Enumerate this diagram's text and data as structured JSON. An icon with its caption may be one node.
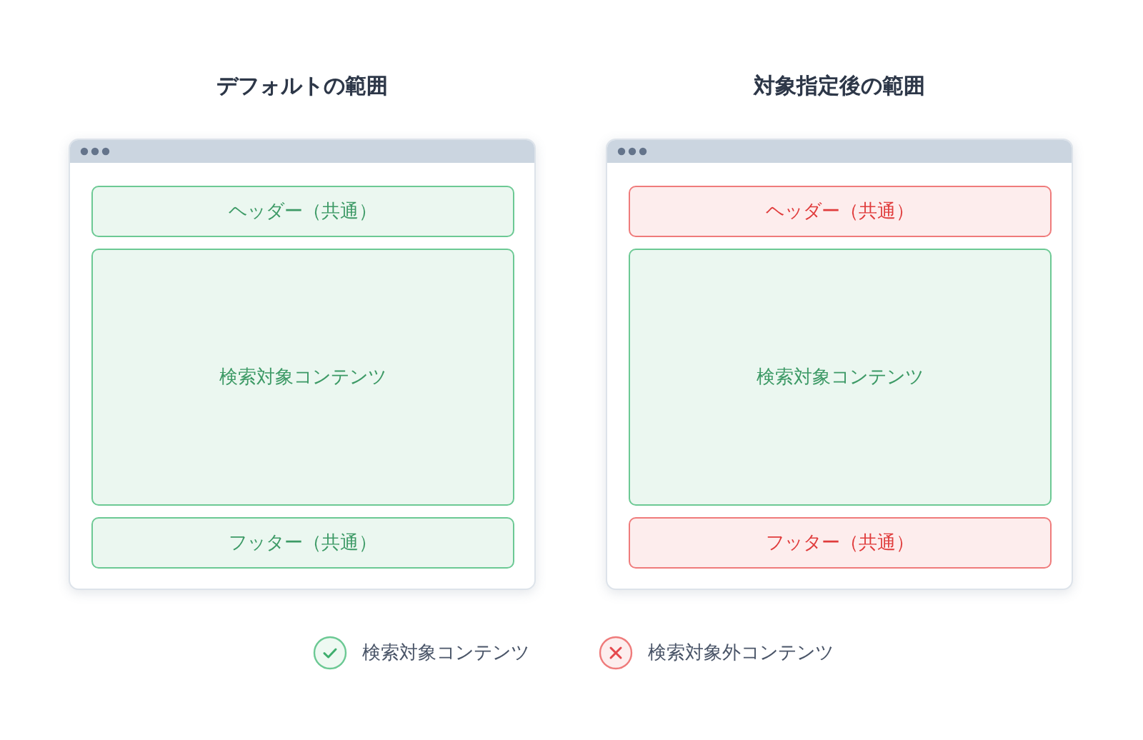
{
  "diagram": {
    "nodes": [
      {
        "text": [
          "デフォルトの範囲"
        ]
      },
      {
        "text": [
          "ヘッダー（共通）"
        ],
        "in": 0
      },
      {
        "text": [
          "検索対象コンテンツ"
        ],
        "in": 0
      },
      {
        "text": [
          "フッター（共通）"
        ],
        "in": 0
      },
      {
        "text": [
          "対象指定後の範囲"
        ]
      },
      {
        "text": [
          "ヘッダー（共通）"
        ],
        "in": 4
      },
      {
        "text": [
          "検索対象コンテンツ"
        ],
        "in": 4
      },
      {
        "text": [
          "フッター（共通）"
        ],
        "in": 4
      }
    ],
    "legend": [
      {
        "text": "検索対象コンテンツ"
      },
      {
        "text": "検索対象外コンテンツ"
      }
    ]
  }
}
